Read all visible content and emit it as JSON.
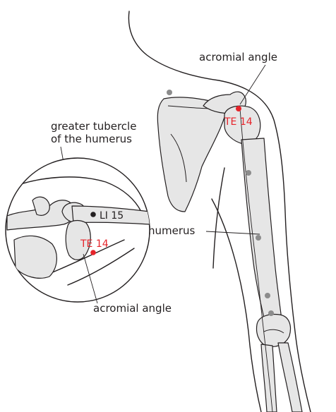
{
  "labels": {
    "acromial_angle_top": "acromial angle",
    "greater_tubercle_line1": "greater tubercle",
    "greater_tubercle_line2": "of the humerus",
    "humerus": "humerus",
    "acromial_angle_bottom": "acromial angle"
  },
  "points": {
    "te14_main": "TE 14",
    "te14_inset": "TE 14",
    "li15_inset": "LI 15"
  },
  "colors": {
    "acupoint": "#e6242b",
    "reference_point": "#231f20",
    "bone_fill": "#e6e6e6",
    "landmark_dot": "#8c8c8c"
  }
}
